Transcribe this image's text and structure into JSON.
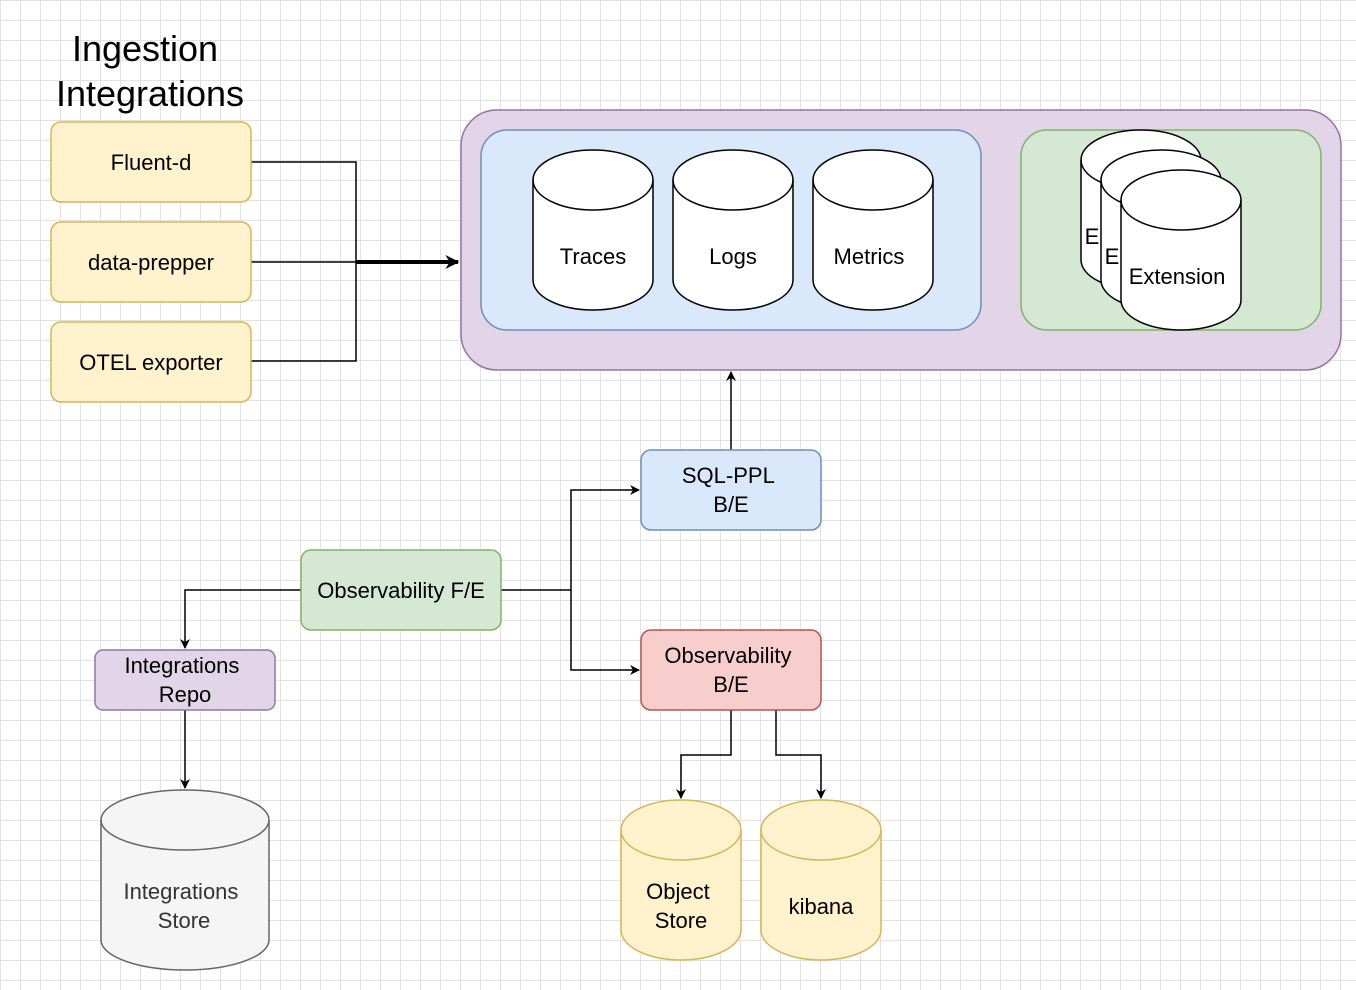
{
  "title": [
    "Ingestion",
    "Integrations"
  ],
  "colors": {
    "yellow_fill": "#fff2cc",
    "yellow_stroke": "#d6b656",
    "purple_fill": "#e1d5e7",
    "purple_stroke": "#9673a6",
    "blue_fill": "#dae8fc",
    "blue_stroke": "#6c8ebf",
    "green_fill": "#d5e8d4",
    "green_stroke": "#82b366",
    "red_fill": "#f8cecc",
    "red_stroke": "#b85450",
    "gray_fill": "#f5f5f5",
    "gray_stroke": "#666666",
    "gray_text": "#333333"
  },
  "ingestion": {
    "fluentd": "Fluent-d",
    "data_prepper": "data-prepper",
    "otel_exporter": "OTEL exporter"
  },
  "storage": {
    "traces": "Traces",
    "logs": "Logs",
    "metrics": "Metrics",
    "extension_back1": "E",
    "extension_back2": "E",
    "extension": "Extension"
  },
  "sql_ppl": [
    "SQL-PPL",
    "B/E"
  ],
  "observability_fe": "Observability F/E",
  "integrations_repo": [
    "Integrations",
    "Repo"
  ],
  "integrations_store": [
    "Integrations",
    "Store"
  ],
  "observability_be": [
    "Observability",
    "B/E"
  ],
  "object_store": [
    "Object",
    "Store"
  ],
  "kibana": "kibana"
}
